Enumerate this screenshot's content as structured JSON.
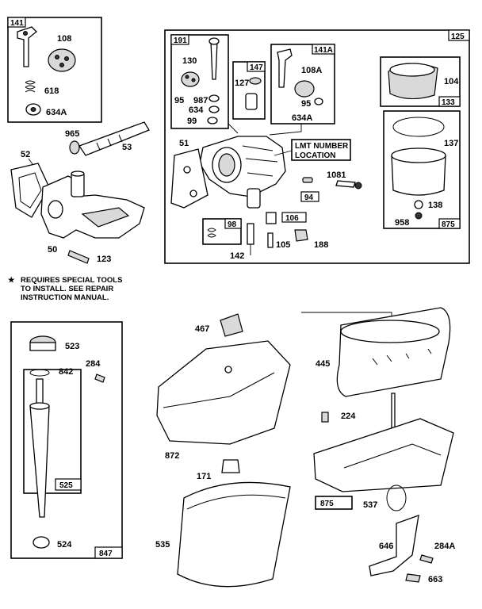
{
  "header_text": "",
  "note": {
    "star": "★",
    "lines": [
      "REQUIRES SPECIAL TOOLS",
      "TO INSTALL.  SEE REPAIR",
      "INSTRUCTION MANUAL."
    ]
  },
  "boxes": {
    "box141": "141",
    "box125": "125",
    "box191": "191",
    "box147": "147",
    "box141A": "141A",
    "box133": "133",
    "box875a": "875",
    "box94": "94",
    "box106": "106",
    "box98": "98",
    "box525": "525",
    "box847": "847",
    "box875b": "875"
  },
  "callout": {
    "line1": "LMT NUMBER",
    "line2": "LOCATION"
  },
  "labels": {
    "p108": "108",
    "p618": "618",
    "p634A_tl": "634A",
    "p965": "965",
    "p53": "53",
    "p52": "52",
    "p50": "50",
    "p123": "123",
    "p130": "130",
    "p95_l": "95",
    "p987": "987",
    "p634": "634",
    "p99": "99",
    "p127": "127",
    "p108A": "108A",
    "p95_r": "95",
    "p634A_mid": "634A",
    "p51": "51",
    "p1081": "1081",
    "p142": "142",
    "p105": "105",
    "p188": "188",
    "p104": "104",
    "p137": "137",
    "p138": "138",
    "p958": "958",
    "p467": "467",
    "p872": "872",
    "p171": "171",
    "p535": "535",
    "p523": "523",
    "p842": "842",
    "p284": "284",
    "p524": "524",
    "p445": "445",
    "p224": "224",
    "p537": "537",
    "p646": "646",
    "p284A": "284A",
    "p663": "663"
  }
}
